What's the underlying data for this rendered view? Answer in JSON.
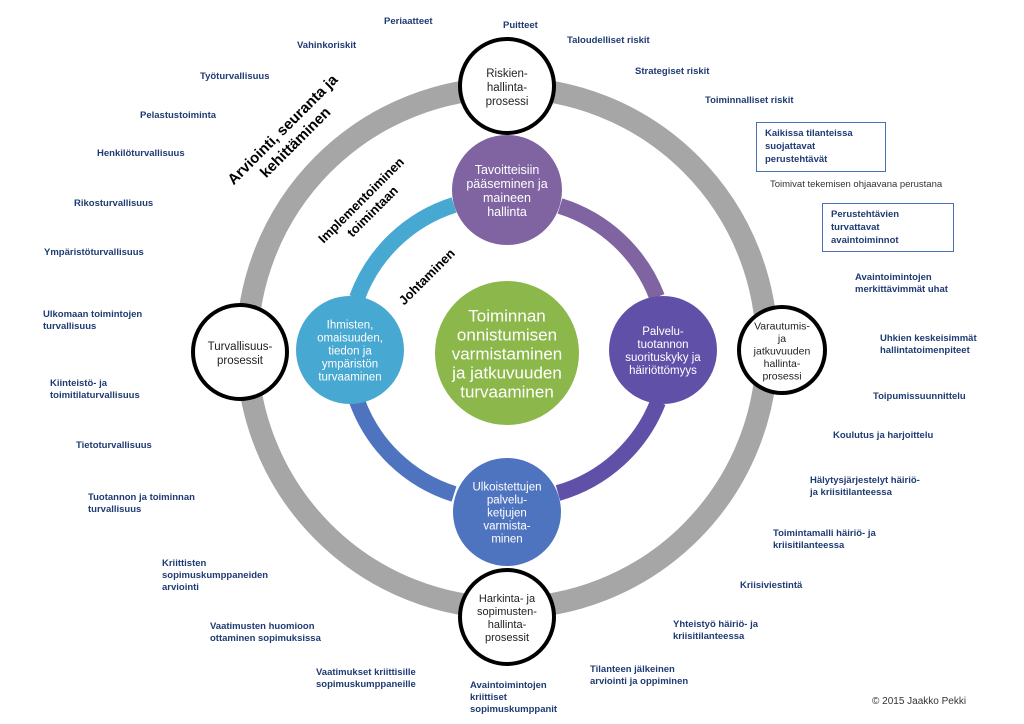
{
  "center": {
    "text": "Toiminnan\nonnistumisen\nvarmistaminen\nja jatkuvuuden\nturvaaminen",
    "color": "#8cb84b"
  },
  "inner_nodes": {
    "top": {
      "text": "Tavoitteisiin\npääseminen ja\nmaineen\nhallinta",
      "color": "#8064a2"
    },
    "right": {
      "text": "Palvelu-\ntuotannon\nsuorituskyky ja\nhäiriöttömyys",
      "color": "#6150a8"
    },
    "bottom": {
      "text": "Ulkoistettujen\npalvelu-\nketjujen\nvarmista-\nminen",
      "color": "#4f74bf"
    },
    "left": {
      "text": "Ihmisten,\nomaisuuden,\ntiedon ja\nympäristön\nturvaaminen",
      "color": "#47a8d2"
    }
  },
  "process_nodes": {
    "top": {
      "text": "Riskien-\nhallinta-\nprosessi"
    },
    "right": {
      "text": "Varautumis-\nja\njatkuvuuden\nhallinta-\nprosessi"
    },
    "bottom": {
      "text": "Harkinta- ja\nsopimusten-\nhallinta-\nprosessit"
    },
    "left": {
      "text": "Turvallisuus-\nprosessit"
    }
  },
  "ring_labels": {
    "outer": "Arviointi, seuranta ja\nkehittäminen",
    "middle": "Implementoiminen\ntoimintaan",
    "inner": "Johtaminen"
  },
  "labels": {
    "periaatteet": "Periaatteet",
    "puitteet": "Puitteet",
    "vahinkoriskit": "Vahinkoriskit",
    "taloudelliset": "Taloudelliset riskit",
    "tyoturvallisuus": "Työturvallisuus",
    "strategiset": "Strategiset riskit",
    "pelastustoiminta": "Pelastustoiminta",
    "toiminnalliset": "Toiminnalliset riskit",
    "henkiloturvallisuus": "Henkilöturvallisuus",
    "rikosturvallisuus": "Rikosturvallisuus",
    "ymparistoturvallisuus": "Ympäristöturvallisuus",
    "ulkomaan": "Ulkomaan toimintojen\nturvallisuus",
    "kiinteisto": "Kiinteistö- ja\ntoimitilaturvallisuus",
    "tietoturvallisuus": "Tietoturvallisuus",
    "tuotannon": "Tuotannon ja toiminnan\nturvallisuus",
    "kriittisten": "Kriittisten\nsopimuskumppaneiden\narviointi",
    "vaatimusten": "Vaatimusten huomioon\nottaminen sopimuksissa",
    "vaatimukset": "Vaatimukset kriittisille\nsopimuskumppaneille",
    "avaintoimintojen_kriittiset": "Avaintoimintojen\nkriittiset\nsopimuskumppanit",
    "avaintoimintojen_uhat": "Avaintoimintojen\nmerkittävimmät uhat",
    "uhkien": "Uhkien keskeisimmät\nhallintatoimenpiteet",
    "toipumis": "Toipumissuunnittelu",
    "koulutus": "Koulutus ja harjoittelu",
    "halytys": "Hälytysjärjestelyt häiriö-\nja kriisitilanteessa",
    "toimintamalli": "Toimintamalli häiriö- ja\nkriisitilanteessa",
    "kriisiviestinta": "Kriisiviestintä",
    "yhteistyo": "Yhteistyö häiriö- ja\nkriisitilanteessa",
    "tilanteen": "Tilanteen jälkeinen\narviointi ja oppiminen"
  },
  "boxes": {
    "kaikissa": "Kaikissa tilanteissa\nsuojattavat\nperustehtävät",
    "perustehtavien": "Perustehtävien\nturvattavat\navaintoiminnot"
  },
  "note": "Toimivat tekemisen ohjaavana perustana",
  "copyright": "© 2015 Jaakko Pekki",
  "colors": {
    "outer_ring": "#a6a6a6",
    "label_text": "#1f3b73",
    "box_border": "#4a6fb5"
  }
}
